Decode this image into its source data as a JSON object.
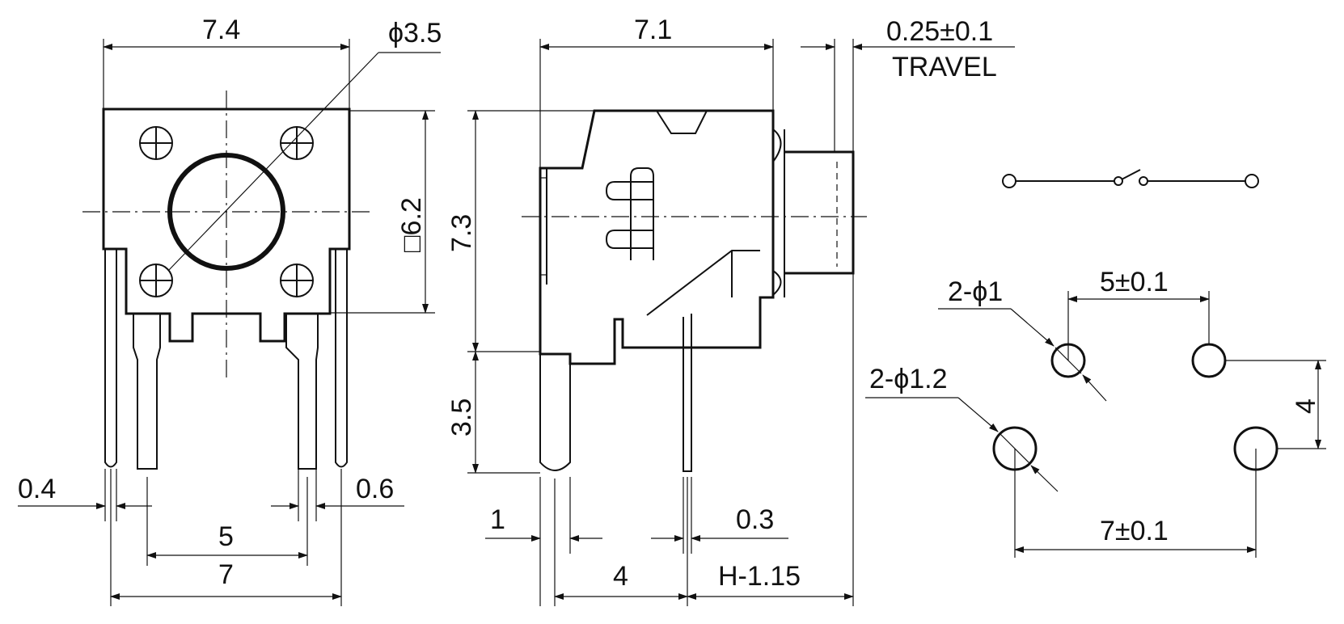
{
  "front_view": {
    "width_label": "7.4",
    "cap_diameter_label": "ϕ3.5",
    "body_label": "□6.2",
    "pin_width_label": "0.4",
    "pin_thick_label": "0.6",
    "pin_pitch_label": "5",
    "outer_pitch_label": "7"
  },
  "side_view": {
    "depth_label": "7.1",
    "height_label": "7.3",
    "pin_length_label": "3.5",
    "pin_offset_label": "1",
    "pin_thickness_label": "0.3",
    "pin_spacing_label": "4",
    "overall_label": "H-1.15",
    "travel_value": "0.25±0.1",
    "travel_text": "TRAVEL"
  },
  "pcb_layout": {
    "small_hole_label": "2-ϕ1",
    "large_hole_label": "2-ϕ1.2",
    "top_spacing_label": "5±0.1",
    "vertical_label": "4",
    "bottom_spacing_label": "7±0.1"
  }
}
